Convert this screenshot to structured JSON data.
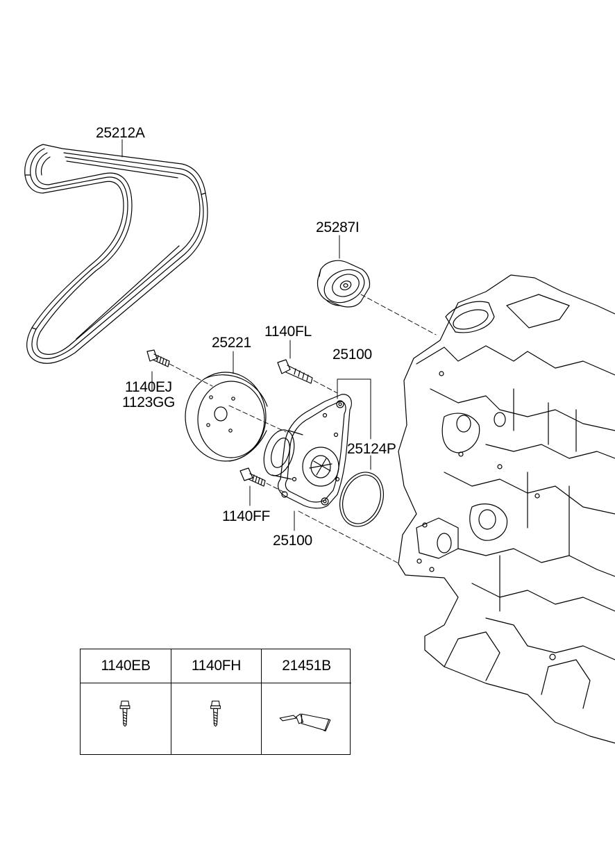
{
  "callouts": {
    "belt": "25212A",
    "idler": "25287I",
    "pulley": "25221",
    "bolt_upper": "1140FL",
    "pump_assy": "25100",
    "bolt_left_1": "1140EJ",
    "bolt_left_2": "1123GG",
    "oring": "25124P",
    "bolt_lower": "1140FF",
    "pump_body": "25100"
  },
  "parts_table": {
    "columns": [
      {
        "label": "1140EB",
        "icon": "flange-bolt-icon"
      },
      {
        "label": "1140FH",
        "icon": "flange-bolt-icon"
      },
      {
        "label": "21451B",
        "icon": "sealant-tube-icon"
      }
    ]
  }
}
